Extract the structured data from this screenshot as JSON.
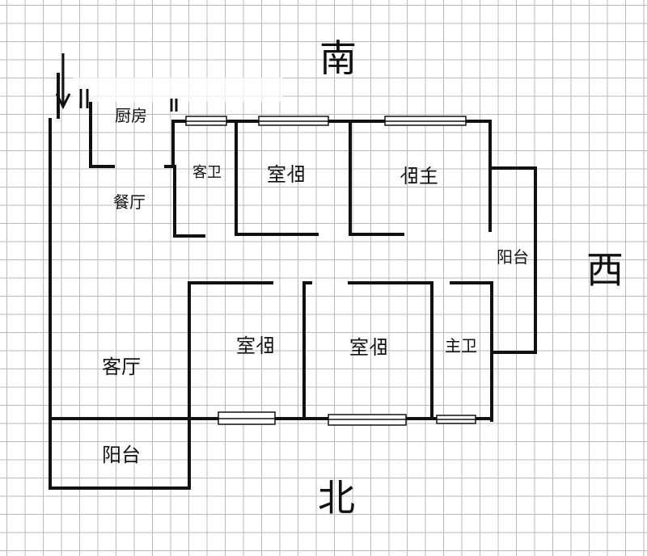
{
  "compass": {
    "south": "南",
    "west": "西",
    "north": "北"
  },
  "rooms": {
    "kitchen": "厨房",
    "dining": "餐厅",
    "guest_bath": "客卫",
    "bedroom_north_small": "卧室",
    "master_bedroom": "主卧",
    "west_balcony": "阳台",
    "living_room": "客厅",
    "bedroom_center": "卧室",
    "bedroom_right": "卧室",
    "master_bath": "主卫",
    "front_balcony": "阳台"
  },
  "colors": {
    "wall": "#111111",
    "grid": "#b9b9b9",
    "window_fill": "#ffffff"
  }
}
